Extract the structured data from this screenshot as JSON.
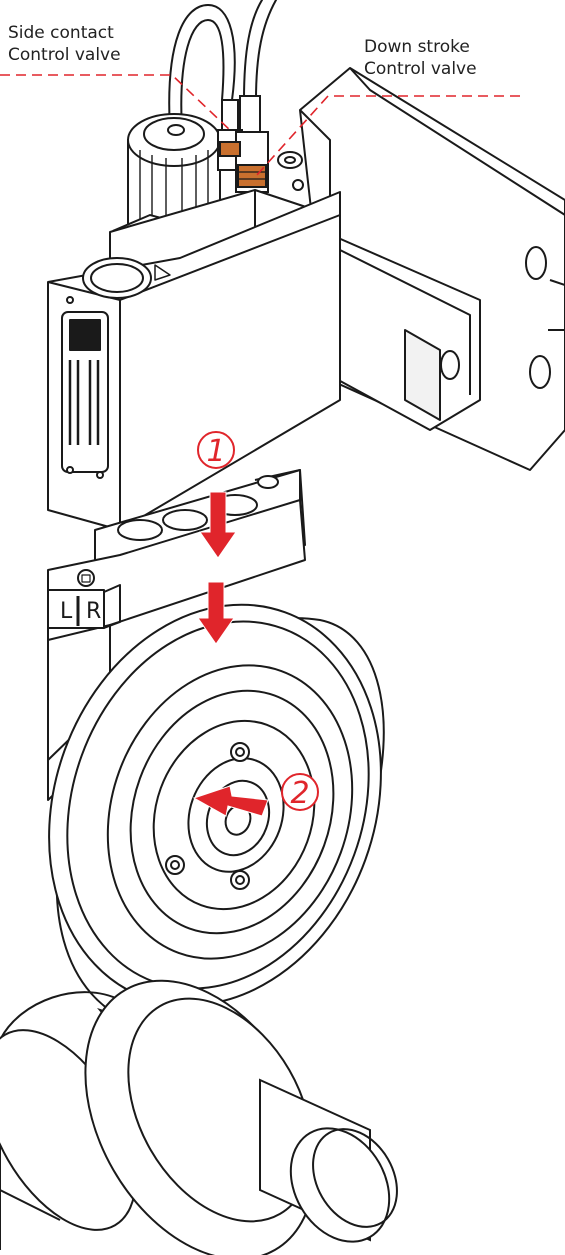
{
  "labels": {
    "side_contact": {
      "line1": "Side contact",
      "line2": "Control valve"
    },
    "down_stroke": {
      "line1": "Down stroke",
      "line2": "Control valve"
    }
  },
  "markers": {
    "step1": "1",
    "step2": "2"
  },
  "badge": {
    "left": "L",
    "right": "R"
  },
  "colors": {
    "accent": "#e0252b",
    "line": "#1a1a1a",
    "fill": "#ffffff",
    "shade": "#eeeeee",
    "band": "#c9702e"
  },
  "icons": [
    "arrow-down-icon",
    "arrow-down-icon",
    "arrow-left-icon"
  ]
}
